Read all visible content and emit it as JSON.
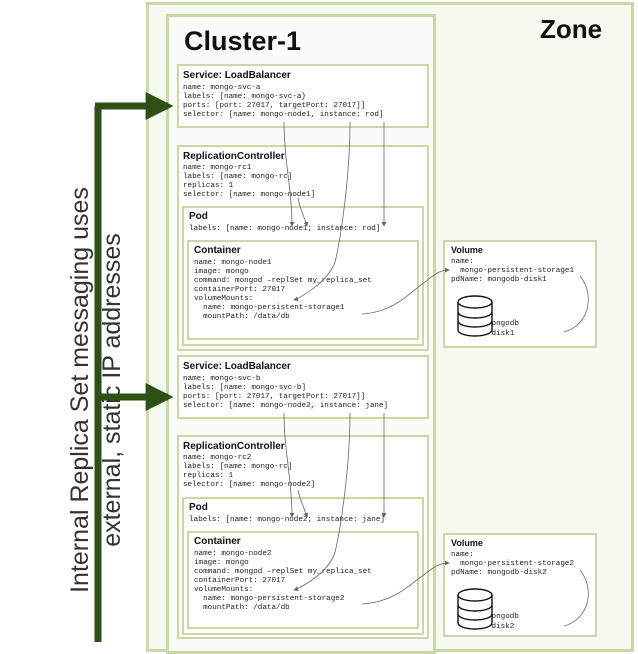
{
  "zone_label": "Zone",
  "cluster_label": "Cluster-1",
  "side_text": {
    "line1": "Internal Replica Set messaging uses",
    "line2": "external, static IP addresses"
  },
  "svc_a": {
    "title": "Service: LoadBalancer",
    "lines": [
      "name: mongo-svc-a",
      "labels: [name: mongo-svc-a}",
      "ports: [port: 27017, targetPort: 27017]]",
      "selector: [name: mongo-node1, instance: rod]"
    ]
  },
  "rc1": {
    "title": "ReplicationController",
    "lines": [
      "name: mongo-rc1",
      "labels: [name: mongo-rc]",
      "replicas: 1",
      "selector: [name: mongo-node1]"
    ]
  },
  "pod1": {
    "title": "Pod",
    "lines": [
      "labels: [name: mongo-node1; instance: rod]"
    ]
  },
  "container1": {
    "title": "Container",
    "lines": [
      "name: mongo-node1",
      "image: mongo",
      "command: mongod –replSet my_replica_set",
      "containerPort: 27017",
      "volumeMounts:",
      "  name: mongo-persistent-storage1",
      "  mountPath: /data/db"
    ]
  },
  "volume1": {
    "title": "Volume",
    "lines": [
      "name:",
      "  mongo-persistent-storage1",
      "pdName: mongodb-disk1"
    ],
    "disk_line1": "mongodb",
    "disk_line2": "-disk1"
  },
  "svc_b": {
    "title": "Service: LoadBalancer",
    "lines": [
      "name: mongo-svc-b",
      "labels: [name: mongo-svc-b]",
      "ports: [port: 27017, targetPort: 27017]]",
      "selector: [name: mongo-node2, instance: jane]"
    ]
  },
  "rc2": {
    "title": "ReplicationController",
    "lines": [
      "name: mongo-rc2",
      "labels: [name: mongo-rc]",
      "replicas: 1",
      "selector: [name: mongo-node2]"
    ]
  },
  "pod2": {
    "title": "Pod",
    "lines": [
      "labels: [name: mongo-node2; instance: jane]"
    ]
  },
  "container2": {
    "title": "Container",
    "lines": [
      "name: mongo-node2",
      "image: mongo",
      "command: mongod –replSet my_replica_set",
      "containerPort: 27017",
      "volumeMounts:",
      "  name: mongo-persistent-storage2",
      "  mountPath: /data/db"
    ]
  },
  "volume2": {
    "title": "Volume",
    "lines": [
      "name:",
      "  mongo-persistent-storage2",
      "pdName: mongodb-disk2"
    ],
    "disk_line1": "mongodb",
    "disk_line2": "-disk2"
  },
  "colors": {
    "zone_border": "#c9d9a6",
    "zone_fill": "#f6f9ef",
    "arrow_green": "#2d5016",
    "connector_gray": "#666666"
  }
}
